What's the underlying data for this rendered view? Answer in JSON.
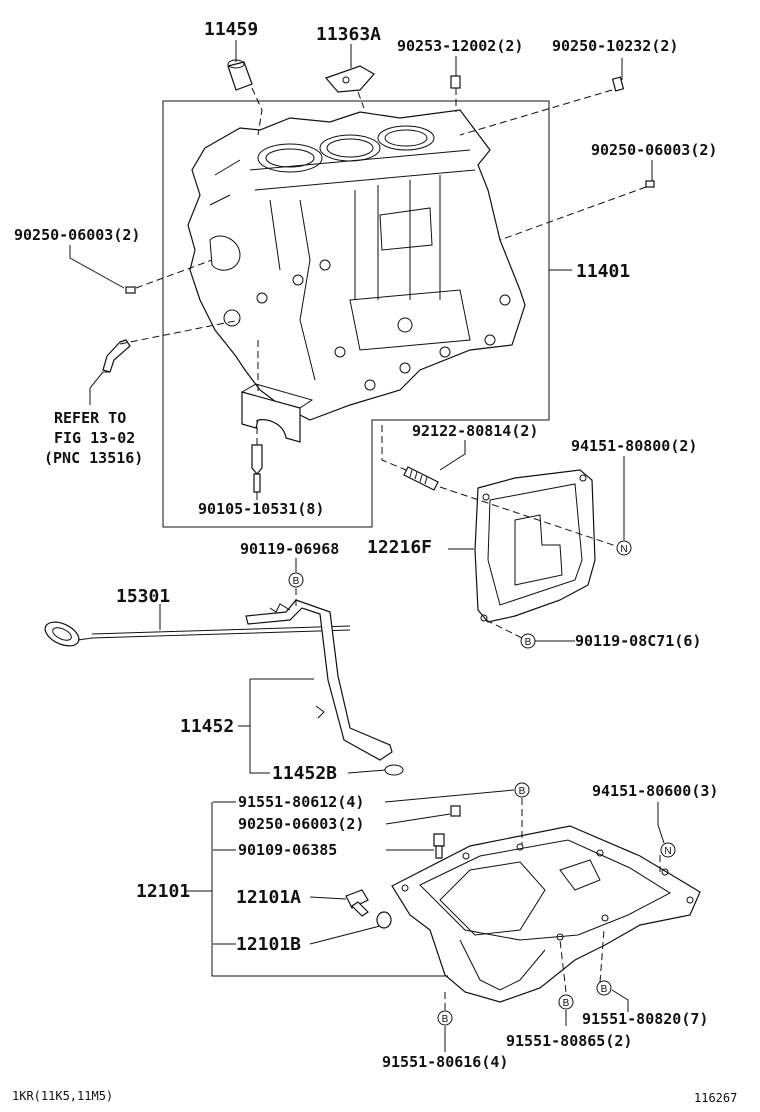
{
  "labels": {
    "p11459": "11459",
    "p11363A": "11363A",
    "p90253_12002": "90253-12002(2)",
    "p90250_10232": "90250-10232(2)",
    "p90250_06003_r": "90250-06003(2)",
    "p90250_06003_l": "90250-06003(2)",
    "p11401": "11401",
    "refer_line1": "REFER TO",
    "refer_line2": "FIG 13-02",
    "refer_line3": "(PNC 13516)",
    "p92122_80814": "92122-80814(2)",
    "p94151_80800": "94151-80800(2)",
    "p90105_10531": "90105-10531(8)",
    "p90119_06968": "90119-06968",
    "p12216F": "12216F",
    "p15301": "15301",
    "p90119_08C71": "90119-08C71(6)",
    "p11452": "11452",
    "p11452B": "11452B",
    "p91551_80612": "91551-80612(4)",
    "p94151_80600": "94151-80600(3)",
    "p90250_06003_b": "90250-06003(2)",
    "p90109_06385": "90109-06385",
    "p12101": "12101",
    "p12101A": "12101A",
    "p12101B": "12101B",
    "p91551_80820": "91551-80820(7)",
    "p91551_80865": "91551-80865(2)",
    "p91551_80616": "91551-80616(4)"
  },
  "markers": {
    "B": "B",
    "N": "N"
  },
  "footer": {
    "model": "1KR(11K5,11M5)",
    "diagram_id": "116267"
  }
}
